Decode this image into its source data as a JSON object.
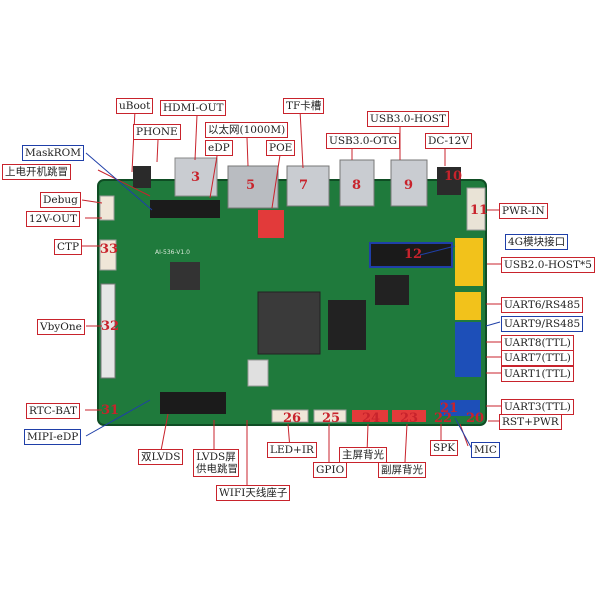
{
  "labels": {
    "uboot": "uBoot",
    "hdmi_out": "HDMI-OUT",
    "phone": "PHONE",
    "ethernet": "以太网(1000M)",
    "tf_slot": "TF卡槽",
    "usb3_host": "USB3.0-HOST",
    "maskrom": "MaskROM",
    "edp": "eDP",
    "poe": "POE",
    "usb3_otg": "USB3.0-OTG",
    "dc12v": "DC-12V",
    "power_jumper": "上电开机跳冒",
    "debug": "Debug",
    "pwr_in": "PWR-IN",
    "out12v": "12V-OUT",
    "mod4g": "4G模块接口",
    "ctp": "CTP",
    "usb2_host": "USB2.0-HOST*5",
    "uart6": "UART6/RS485",
    "uart9": "UART9/RS485",
    "vbyone": "VbyOne",
    "uart8": "UART8(TTL)",
    "uart7": "UART7(TTL)",
    "uart1": "UART1(TTL)",
    "rtc_bat": "RTC-BAT",
    "uart3": "UART3(TTL)",
    "mipi_edp": "MIPI-eDP",
    "rst_pwr": "RST+PWR",
    "dual_lvds": "双LVDS",
    "led_ir": "LED+IR",
    "main_backlight": "主屏背光",
    "sub_backlight": "副屏背光",
    "spk": "SPK",
    "mic": "MIC",
    "lvds_jumper_1": "LVDS屏",
    "lvds_jumper_2": "供电跳冒",
    "gpio": "GPIO",
    "wifi_antenna": "WIFI天线座子"
  },
  "board": {
    "silkscreen": "AI-536-V1.0",
    "numbers": [
      "3",
      "5",
      "7",
      "8",
      "9",
      "10",
      "11",
      "12",
      "33",
      "32",
      "31",
      "26",
      "25",
      "24",
      "23",
      "22",
      "21",
      "20"
    ]
  },
  "colors": {
    "label_border_red": "#c8232c",
    "label_border_blue": "#1f3fa8",
    "pcb_green": "#1f7a3c"
  }
}
